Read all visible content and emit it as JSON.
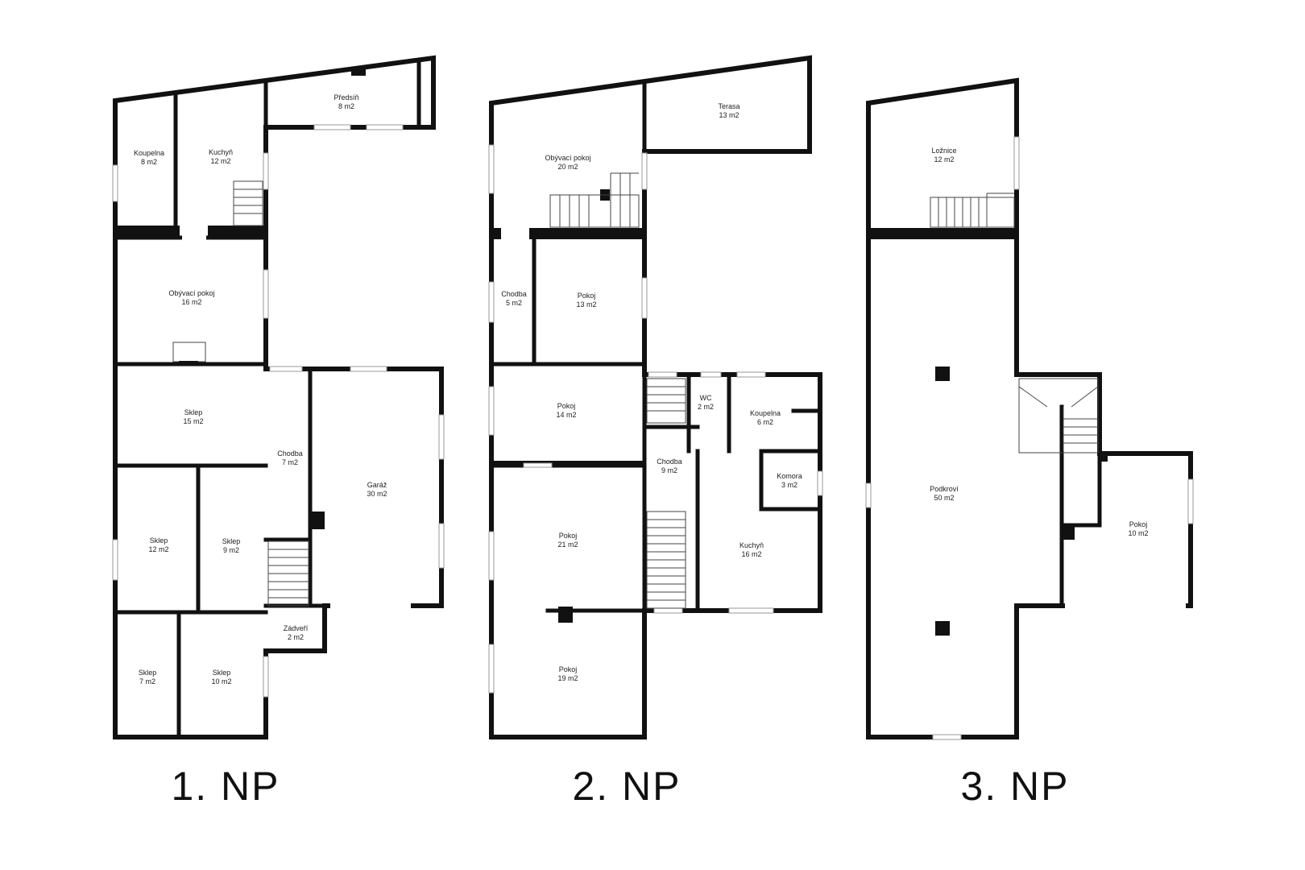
{
  "floors": [
    {
      "label": "1. NP",
      "rooms": [
        {
          "name": "Předsíň",
          "area": "8 m2"
        },
        {
          "name": "Koupelna",
          "area": "8 m2"
        },
        {
          "name": "Kuchyň",
          "area": "12 m2"
        },
        {
          "name": "Obývací pokoj",
          "area": "16 m2"
        },
        {
          "name": "Sklep",
          "area": "15 m2"
        },
        {
          "name": "Chodba",
          "area": "7 m2"
        },
        {
          "name": "Garáž",
          "area": "30 m2"
        },
        {
          "name": "Sklep",
          "area": "12 m2"
        },
        {
          "name": "Sklep",
          "area": "9 m2"
        },
        {
          "name": "Zádveří",
          "area": "2 m2"
        },
        {
          "name": "Sklep",
          "area": "7 m2"
        },
        {
          "name": "Sklep",
          "area": "10 m2"
        }
      ]
    },
    {
      "label": "2. NP",
      "rooms": [
        {
          "name": "Terasa",
          "area": "13 m2"
        },
        {
          "name": "Obývací pokoj",
          "area": "20 m2"
        },
        {
          "name": "Chodba",
          "area": "5 m2"
        },
        {
          "name": "Pokoj",
          "area": "13 m2"
        },
        {
          "name": "Pokoj",
          "area": "14 m2"
        },
        {
          "name": "WC",
          "area": "2 m2"
        },
        {
          "name": "Koupelna",
          "area": "6 m2"
        },
        {
          "name": "Chodba",
          "area": "9 m2"
        },
        {
          "name": "Komora",
          "area": "3 m2"
        },
        {
          "name": "Pokoj",
          "area": "21 m2"
        },
        {
          "name": "Kuchyň",
          "area": "16 m2"
        },
        {
          "name": "Pokoj",
          "area": "19 m2"
        }
      ]
    },
    {
      "label": "3. NP",
      "rooms": [
        {
          "name": "Ložnice",
          "area": "12 m2"
        },
        {
          "name": "Podkroví",
          "area": "50 m2"
        },
        {
          "name": "Pokoj",
          "area": "10 m2"
        }
      ]
    }
  ]
}
